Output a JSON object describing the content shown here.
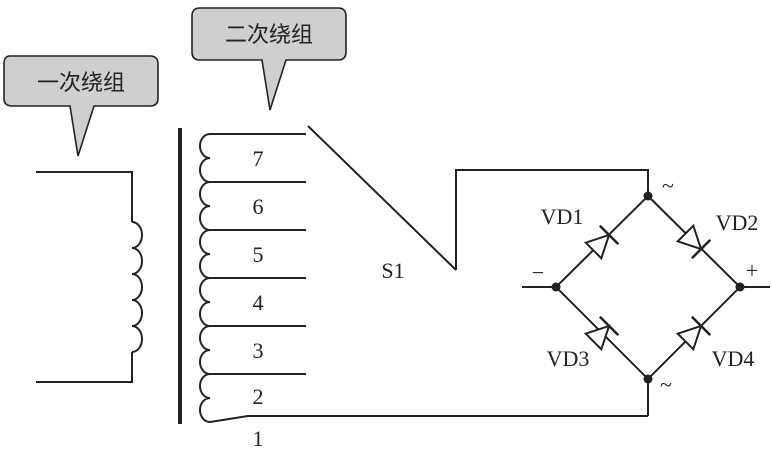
{
  "callouts": {
    "primary": "一次绕组",
    "secondary": "二次绕组"
  },
  "taps": [
    "7",
    "6",
    "5",
    "4",
    "3",
    "2",
    "1"
  ],
  "switch_label": "S1",
  "diodes": {
    "vd1": "VD1",
    "vd2": "VD2",
    "vd3": "VD3",
    "vd4": "VD4"
  },
  "terminals": {
    "ac_top": "~",
    "ac_bottom": "~",
    "minus": "−",
    "plus": "+"
  }
}
